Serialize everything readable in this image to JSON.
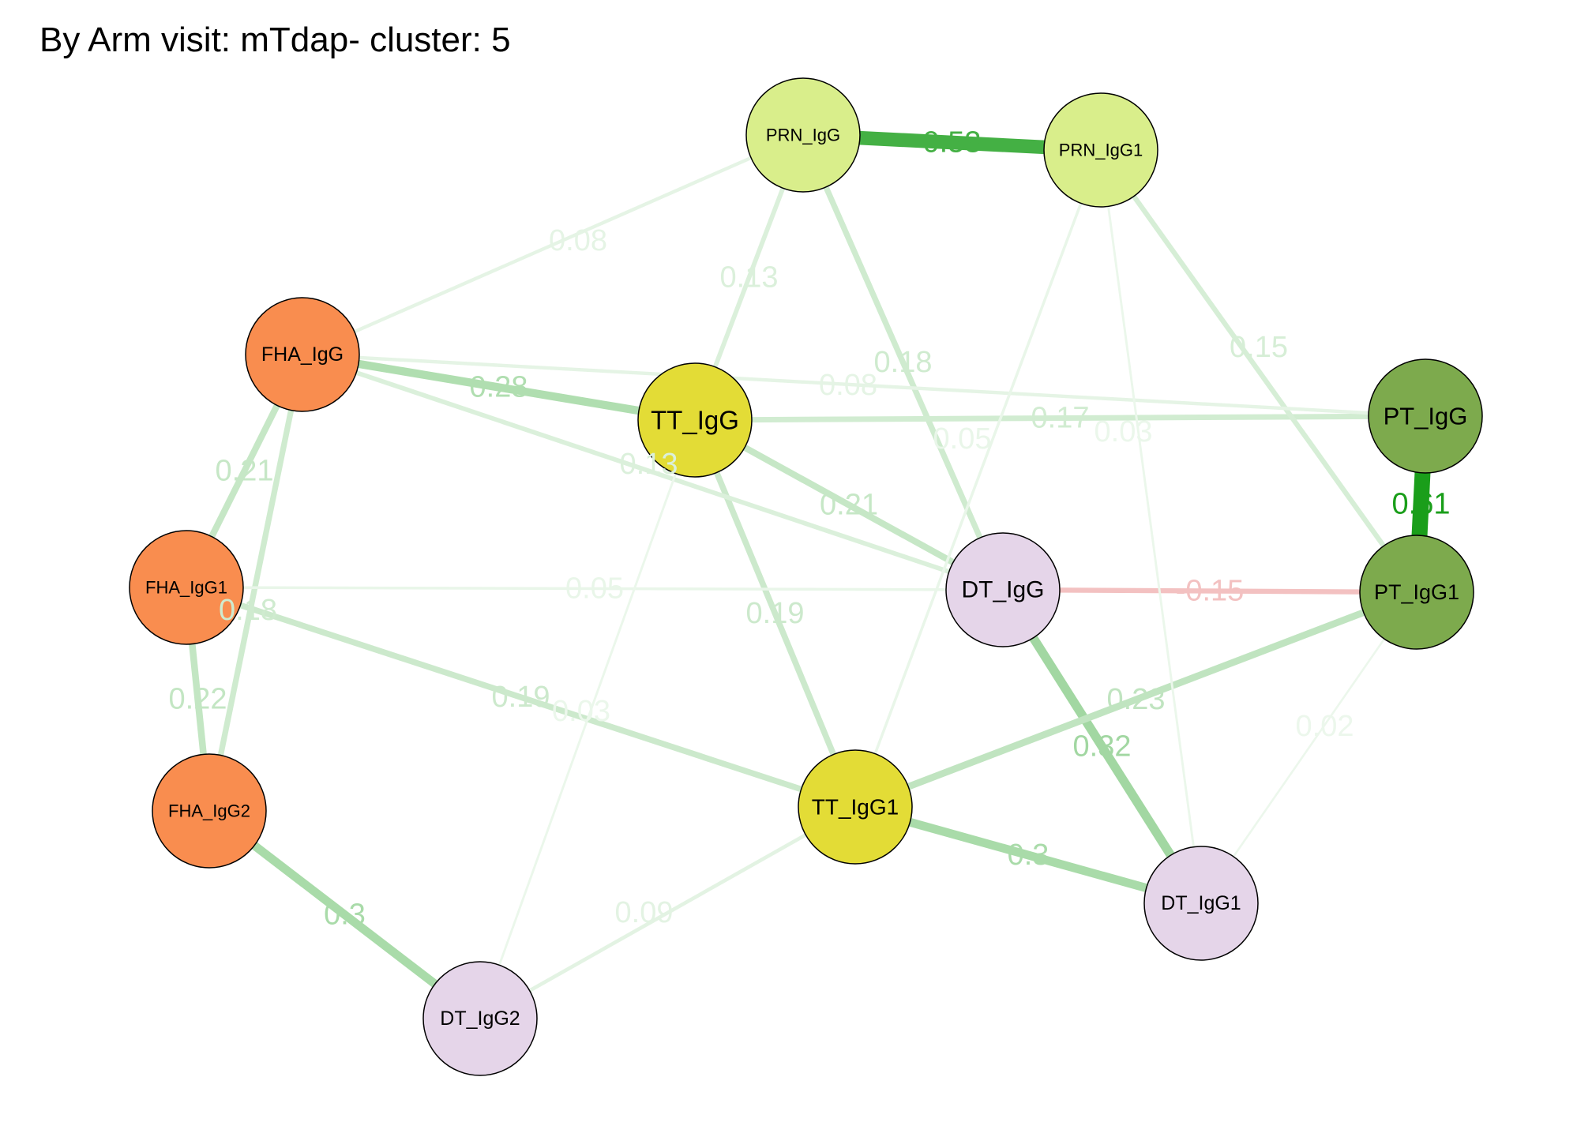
{
  "title": "By Arm visit: mTdap- cluster: 5",
  "colors": {
    "positive_edge": "#1a9e1a",
    "negative_edge": "#d73030",
    "node_border": "#000000",
    "FHA": "#f98d4f",
    "PRN": "#d9ee8b",
    "TT": "#e3dc36",
    "PT": "#7daa4d",
    "DT": "#e5d5e9"
  },
  "nodes": [
    {
      "id": "PRN_IgG",
      "label": "PRN_IgG",
      "group": "PRN"
    },
    {
      "id": "PRN_IgG1",
      "label": "PRN_IgG1",
      "group": "PRN"
    },
    {
      "id": "FHA_IgG",
      "label": "FHA_IgG",
      "group": "FHA"
    },
    {
      "id": "TT_IgG",
      "label": "TT_IgG",
      "group": "TT"
    },
    {
      "id": "PT_IgG",
      "label": "PT_IgG",
      "group": "PT"
    },
    {
      "id": "FHA_IgG1",
      "label": "FHA_IgG1",
      "group": "FHA"
    },
    {
      "id": "DT_IgG",
      "label": "DT_IgG",
      "group": "DT"
    },
    {
      "id": "PT_IgG1",
      "label": "PT_IgG1",
      "group": "PT"
    },
    {
      "id": "FHA_IgG2",
      "label": "FHA_IgG2",
      "group": "FHA"
    },
    {
      "id": "TT_IgG1",
      "label": "TT_IgG1",
      "group": "TT"
    },
    {
      "id": "DT_IgG1",
      "label": "DT_IgG1",
      "group": "DT"
    },
    {
      "id": "DT_IgG2",
      "label": "DT_IgG2",
      "group": "DT"
    }
  ],
  "edges": [
    {
      "from": "PRN_IgG",
      "to": "PRN_IgG1",
      "weight": 0.53,
      "label": "0.53"
    },
    {
      "from": "PT_IgG",
      "to": "PT_IgG1",
      "weight": 0.61,
      "label": "0.61"
    },
    {
      "from": "DT_IgG",
      "to": "DT_IgG1",
      "weight": 0.32,
      "label": "0.32"
    },
    {
      "from": "TT_IgG1",
      "to": "DT_IgG1",
      "weight": 0.3,
      "label": "0.3"
    },
    {
      "from": "FHA_IgG2",
      "to": "DT_IgG2",
      "weight": 0.3,
      "label": "0.3"
    },
    {
      "from": "FHA_IgG",
      "to": "TT_IgG",
      "weight": 0.28,
      "label": "0.28"
    },
    {
      "from": "TT_IgG1",
      "to": "PT_IgG1",
      "weight": 0.23,
      "label": "0.23"
    },
    {
      "from": "FHA_IgG1",
      "to": "FHA_IgG2",
      "weight": 0.22,
      "label": "0.22"
    },
    {
      "from": "FHA_IgG",
      "to": "FHA_IgG1",
      "weight": 0.21,
      "label": "0.21"
    },
    {
      "from": "TT_IgG",
      "to": "DT_IgG",
      "weight": 0.21,
      "label": "0.21"
    },
    {
      "from": "TT_IgG",
      "to": "TT_IgG1",
      "weight": 0.19,
      "label": "0.19"
    },
    {
      "from": "FHA_IgG1",
      "to": "TT_IgG1",
      "weight": 0.19,
      "label": "0.19"
    },
    {
      "from": "PRN_IgG",
      "to": "DT_IgG",
      "weight": 0.18,
      "label": "0.18"
    },
    {
      "from": "FHA_IgG",
      "to": "FHA_IgG2",
      "weight": 0.18,
      "label": "0.18"
    },
    {
      "from": "TT_IgG",
      "to": "PT_IgG",
      "weight": 0.17,
      "label": "0.17"
    },
    {
      "from": "PRN_IgG1",
      "to": "PT_IgG1",
      "weight": 0.15,
      "label": "0.15"
    },
    {
      "from": "DT_IgG",
      "to": "PT_IgG1",
      "weight": -0.15,
      "label": "-0.15"
    },
    {
      "from": "PRN_IgG",
      "to": "TT_IgG",
      "weight": 0.13,
      "label": "0.13"
    },
    {
      "from": "FHA_IgG",
      "to": "DT_IgG",
      "weight": 0.13,
      "label": "0.13"
    },
    {
      "from": "TT_IgG1",
      "to": "DT_IgG2",
      "weight": 0.09,
      "label": "0.09"
    },
    {
      "from": "PRN_IgG",
      "to": "FHA_IgG",
      "weight": 0.08,
      "label": "0.08"
    },
    {
      "from": "FHA_IgG",
      "to": "PT_IgG",
      "weight": 0.08,
      "label": "0.08"
    },
    {
      "from": "PRN_IgG1",
      "to": "TT_IgG1",
      "weight": 0.05,
      "label": "0.05"
    },
    {
      "from": "FHA_IgG1",
      "to": "DT_IgG",
      "weight": 0.05,
      "label": "0.05"
    },
    {
      "from": "PRN_IgG1",
      "to": "DT_IgG1",
      "weight": 0.03,
      "label": "0.03"
    },
    {
      "from": "TT_IgG",
      "to": "DT_IgG2",
      "weight": 0.03,
      "label": "0.03"
    },
    {
      "from": "PT_IgG1",
      "to": "DT_IgG1",
      "weight": 0.02,
      "label": "0.02"
    }
  ]
}
